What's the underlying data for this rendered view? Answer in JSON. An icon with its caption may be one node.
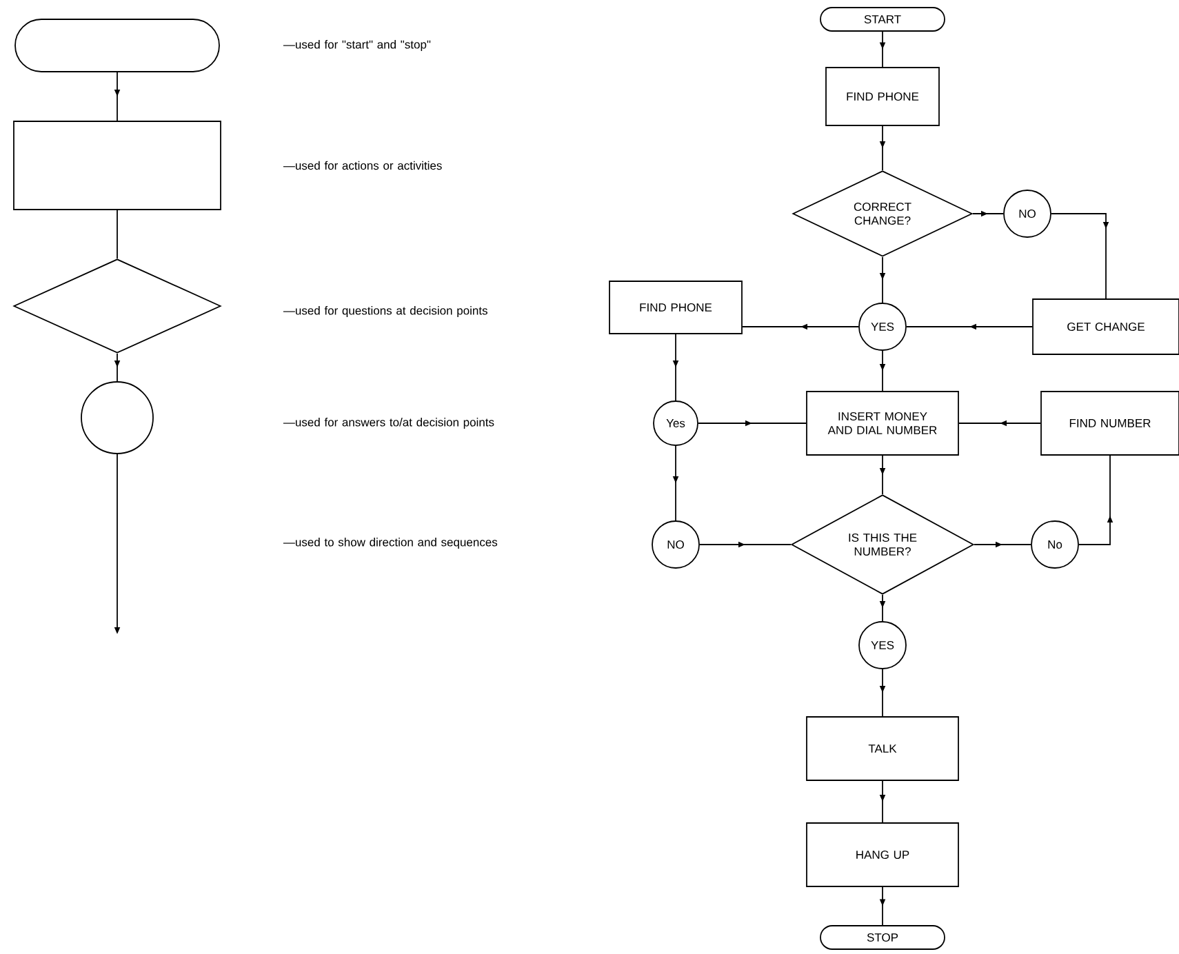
{
  "diagram": {
    "nodes": [
      {
        "text": [],
        "shape": "capsule"
      },
      {
        "text": [],
        "shape": "box"
      },
      {
        "text": [],
        "shape": "diamond"
      },
      {
        "text": [],
        "shape": "circle"
      },
      {
        "text": [
          "START"
        ]
      },
      {
        "text": [
          "FIND PHONE"
        ]
      },
      {
        "text": [
          "CORRECT CHANGE?"
        ]
      },
      {
        "text": [
          "NO"
        ]
      },
      {
        "text": [
          "YES"
        ]
      },
      {
        "text": [
          "FIND PHONE"
        ]
      },
      {
        "text": [
          "GET CHANGE"
        ]
      },
      {
        "text": [
          "Yes"
        ]
      },
      {
        "text": [
          "INSERT MONEY AND DIAL NUMBER"
        ]
      },
      {
        "text": [
          "FIND NUMBER"
        ]
      },
      {
        "text": [
          "NO"
        ]
      },
      {
        "text": [
          "IS THIS THE NUMBER?"
        ]
      },
      {
        "text": [
          "No"
        ]
      },
      {
        "text": [
          "YES"
        ]
      },
      {
        "text": [
          "TALK"
        ]
      },
      {
        "text": [
          "HANG UP"
        ]
      },
      {
        "text": [
          "STOP"
        ]
      }
    ],
    "edges": [
      {
        "from": 0,
        "to": 1,
        "arrow": "to"
      },
      {
        "from": 1,
        "to": 2,
        "arrow": "none"
      },
      {
        "from": 2,
        "to": 3,
        "arrow": "to"
      },
      {
        "from": 3,
        "to": null,
        "arrow": "to"
      },
      {
        "from": 4,
        "to": 5,
        "arrow": "to"
      },
      {
        "from": 5,
        "to": 6,
        "arrow": "to"
      },
      {
        "from": 6,
        "to": 7,
        "arrow": "to"
      },
      {
        "from": 7,
        "to": 10,
        "arrow": "to"
      },
      {
        "from": 6,
        "to": 8,
        "arrow": "to"
      },
      {
        "from": 10,
        "to": 8,
        "arrow": "to"
      },
      {
        "from": 8,
        "to": 9,
        "arrow": "to"
      },
      {
        "from": 8,
        "to": 12,
        "arrow": "to"
      },
      {
        "from": 9,
        "to": 11,
        "arrow": "to"
      },
      {
        "from": 11,
        "to": 12,
        "arrow": "to"
      },
      {
        "from": 11,
        "to": 14,
        "arrow": "to"
      },
      {
        "from": 14,
        "to": 15,
        "arrow": "to"
      },
      {
        "from": 13,
        "to": 12,
        "arrow": "to"
      },
      {
        "from": 12,
        "to": 15,
        "arrow": "to"
      },
      {
        "from": 15,
        "to": 16,
        "arrow": "to"
      },
      {
        "from": 16,
        "to": 13,
        "arrow": "to"
      },
      {
        "from": 15,
        "to": 17,
        "arrow": "to"
      },
      {
        "from": 17,
        "to": 18,
        "arrow": "to"
      },
      {
        "from": 18,
        "to": 19,
        "arrow": "to"
      },
      {
        "from": 19,
        "to": 20,
        "arrow": "to"
      }
    ],
    "labels": [
      "—used for \"start\" and \"stop\"",
      "—used for actions or activities",
      "—used for questions at decision points",
      "—used for answers to/at decision points",
      "—used to show direction and sequences"
    ]
  }
}
